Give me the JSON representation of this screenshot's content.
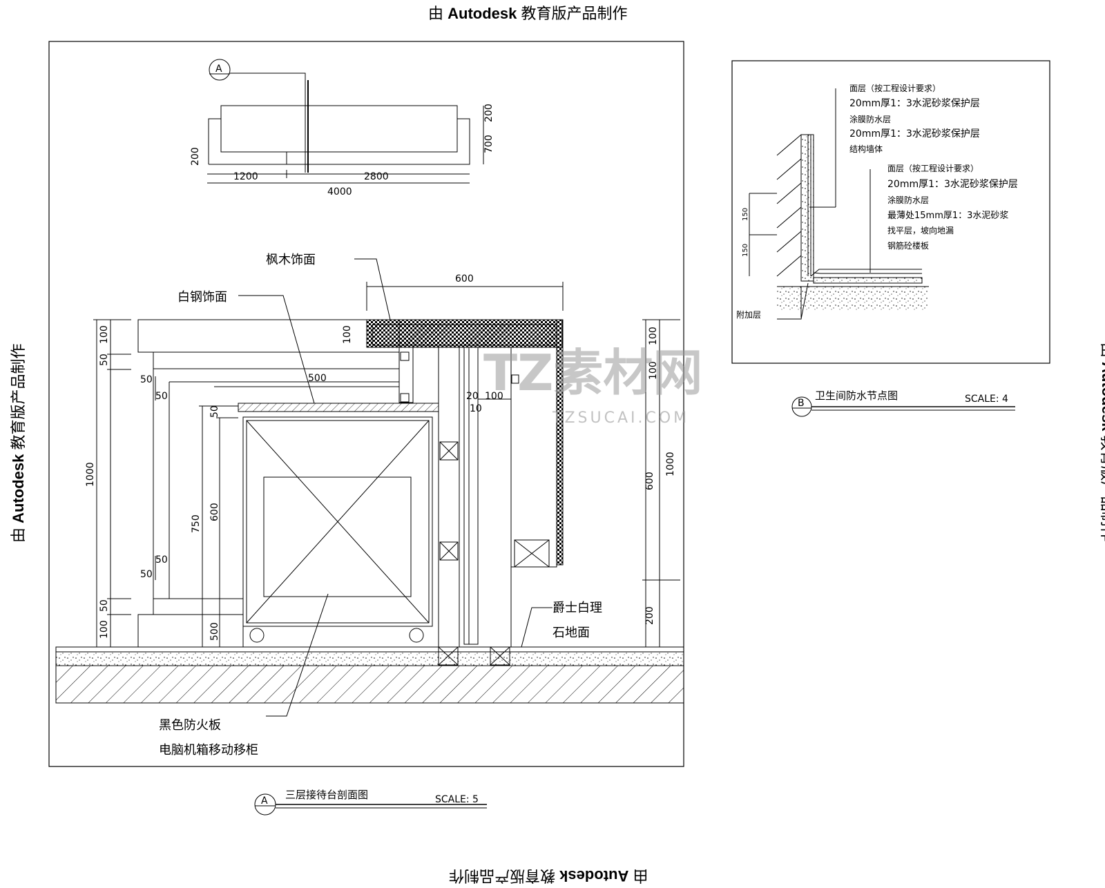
{
  "watermark": {
    "prefix": "由",
    "brand": "Autodesk",
    "suffix": "教育版产品制作"
  },
  "logo": {
    "main": "TZ素材网",
    "sub": "TZSUCAI.COM"
  },
  "section_a": {
    "marker": "A",
    "title": "三层接待台剖面图",
    "scale": "SCALE: 5",
    "plan_dims": {
      "d1200": "1200",
      "d2800": "2800",
      "d4000": "4000",
      "d200a": "200",
      "d200b": "200",
      "d700": "700"
    },
    "labels": {
      "maple": "枫木饰面",
      "steel": "白钢饰面",
      "black_board_1": "黑色防火板",
      "black_board_2": "电脑机箱移动移柜",
      "stone_1": "爵士白理",
      "stone_2": "石地面"
    },
    "dims": {
      "d600": "600",
      "d500": "500",
      "d100_top": "100",
      "d100_left_top": "100",
      "d50_a": "50",
      "d50_b": "50",
      "d50_c": "50",
      "d50_d": "50",
      "d50_e": "50",
      "d50_f": "50",
      "d50_g": "50",
      "d1000_left": "1000",
      "d750": "750",
      "d600_inner": "600",
      "d500_inner": "500",
      "d100_bottom": "100",
      "d20": "20",
      "d10": "10",
      "d100_mid": "100",
      "d100_right_top": "100",
      "d100_right_2": "100",
      "d600_right": "600",
      "d1000_right": "1000",
      "d200_right": "200"
    }
  },
  "section_b": {
    "marker": "B",
    "title": "卫生间防水节点图",
    "scale": "SCALE: 4",
    "wall_layers": [
      "面层（按工程设计要求）",
      "20mm厚1：3水泥砂浆保护层",
      "涂膜防水层",
      "20mm厚1：3水泥砂浆保护层",
      "结构墙体"
    ],
    "floor_layers": [
      "面层（按工程设计要求）",
      "20mm厚1：3水泥砂浆保护层",
      "涂膜防水层",
      "最薄处15mm厚1：3水泥砂浆",
      "找平层，坡向地漏",
      "钢筋砼楼板"
    ],
    "extra_label": "附加层",
    "dim_150_a": "150",
    "dim_150_b": "150"
  }
}
